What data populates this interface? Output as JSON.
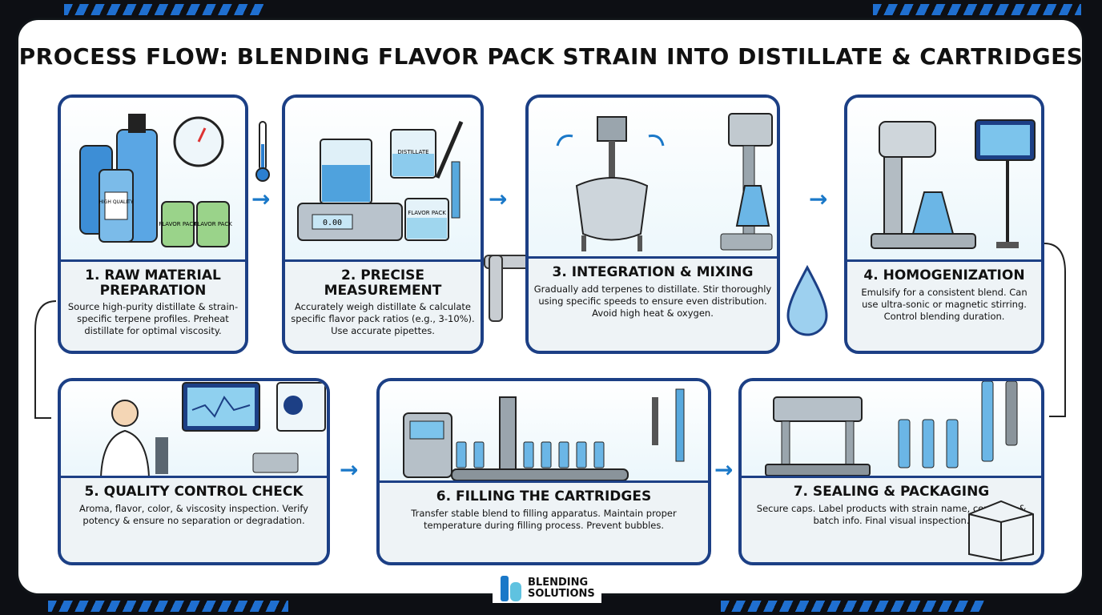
{
  "title": "PROCESS FLOW: BLENDING FLAVOR PACK STRAIN INTO DISTILLATE & CARTRIDGES",
  "steps": [
    {
      "heading": "1. RAW MATERIAL PREPARATION",
      "body": "Source high-purity distillate & strain-specific terpene profiles. Preheat distillate for optimal viscosity.",
      "labels": [
        "HIGH QUALITY",
        "FLAVOR PACK",
        "FLAVOR PACK"
      ]
    },
    {
      "heading": "2. PRECISE MEASUREMENT",
      "body": "Accurately weigh distillate & calculate specific flavor pack ratios (e.g., 3-10%). Use accurate pipettes.",
      "labels": [
        "DISTILLATE",
        "FLAVOR PACK",
        "0.00"
      ]
    },
    {
      "heading": "3. INTEGRATION & MIXING",
      "body": "Gradually add terpenes to distillate. Stir thoroughly using specific speeds to ensure even distribution. Avoid high heat & oxygen."
    },
    {
      "heading": "4. HOMOGENIZATION",
      "body": "Emulsify for a consistent blend. Can use ultra-sonic or magnetic stirring. Control blending duration."
    },
    {
      "heading": "5. QUALITY CONTROL CHECK",
      "body": "Aroma, flavor, color, & viscosity inspection. Verify potency & ensure no separation or degradation."
    },
    {
      "heading": "6. FILLING THE CARTRIDGES",
      "body": "Transfer stable blend to filling apparatus. Maintain proper temperature during filling process. Prevent bubbles."
    },
    {
      "heading": "7. SEALING & PACKAGING",
      "body": "Secure caps. Label products with strain name, contents, & batch info. Final visual inspection."
    }
  ],
  "logo": {
    "line1": "BLENDING",
    "line2": "SOLUTIONS"
  },
  "colors": {
    "navy": "#1c3f85",
    "cyan": "#5fc2e0",
    "blue": "#1a78c8"
  }
}
